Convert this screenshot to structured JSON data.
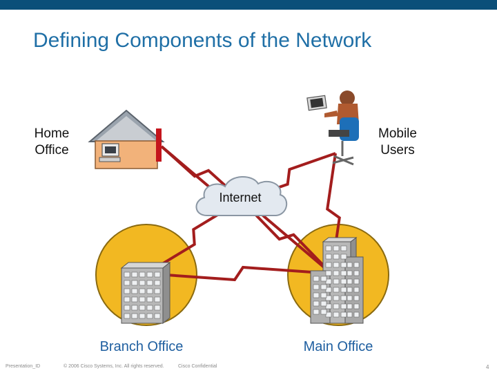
{
  "slide": {
    "title": "Defining Components of the Network",
    "colors": {
      "top_bar": "#0b4f79",
      "title": "#1f6fa6",
      "wan_link": "#a31d1d",
      "site_circle": "#f2b822",
      "cloud": "#dfe6ee"
    }
  },
  "diagram": {
    "nodes": [
      {
        "id": "home",
        "label_line1": "Home",
        "label_line2": "Office",
        "icon": "house-icon"
      },
      {
        "id": "mobile",
        "label_line1": "Mobile",
        "label_line2": "Users",
        "icon": "mobile-user-icon"
      },
      {
        "id": "internet",
        "label": "Internet",
        "icon": "cloud-icon"
      },
      {
        "id": "branch",
        "label": "Branch Office",
        "icon": "building-icon"
      },
      {
        "id": "main",
        "label": "Main Office",
        "icon": "building-icon"
      }
    ],
    "links": [
      {
        "from": "home",
        "to": "internet"
      },
      {
        "from": "mobile",
        "to": "internet"
      },
      {
        "from": "home",
        "to": "main"
      },
      {
        "from": "mobile",
        "to": "main"
      },
      {
        "from": "internet",
        "to": "branch"
      },
      {
        "from": "internet",
        "to": "main"
      },
      {
        "from": "branch",
        "to": "main"
      }
    ]
  },
  "footer": {
    "presentation_id": "Presentation_ID",
    "copyright": "© 2006 Cisco Systems, Inc. All rights reserved.",
    "confidential": "Cisco Confidential",
    "page_number": "4"
  }
}
